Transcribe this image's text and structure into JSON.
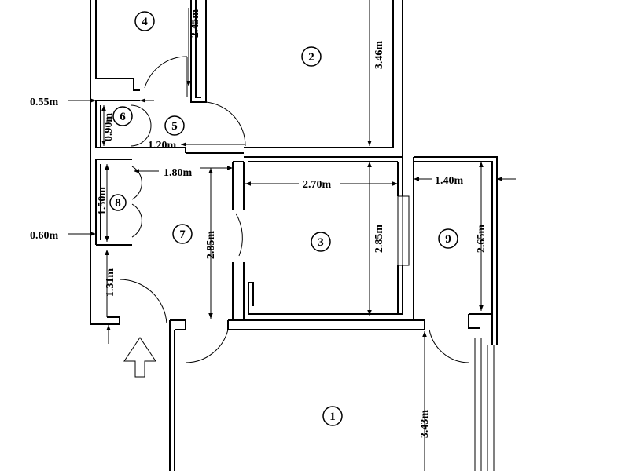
{
  "rooms": {
    "r1": "1",
    "r2": "2",
    "r3": "3",
    "r4": "4",
    "r5": "5",
    "r6": "6",
    "r7": "7",
    "r8": "8",
    "r9": "9"
  },
  "dimensions": {
    "d_2_45": "2.45m",
    "d_3_46": "3.46m",
    "d_0_55": "0.55m",
    "d_0_90": "0.90m",
    "d_1_20": "1.20m",
    "d_1_80": "1.80m",
    "d_2_70": "2.70m",
    "d_1_40": "1.40m",
    "d_1_50": "1.50m",
    "d_0_60": "0.60m",
    "d_2_85_left": "2.85m",
    "d_2_85_right": "2.85m",
    "d_2_65": "2.65m",
    "d_1_31": "1.31m",
    "d_3_43": "3.43m"
  },
  "colors": {
    "line": "#000000",
    "background": "#ffffff"
  },
  "icons": {
    "entrance": "up-arrow-icon"
  }
}
